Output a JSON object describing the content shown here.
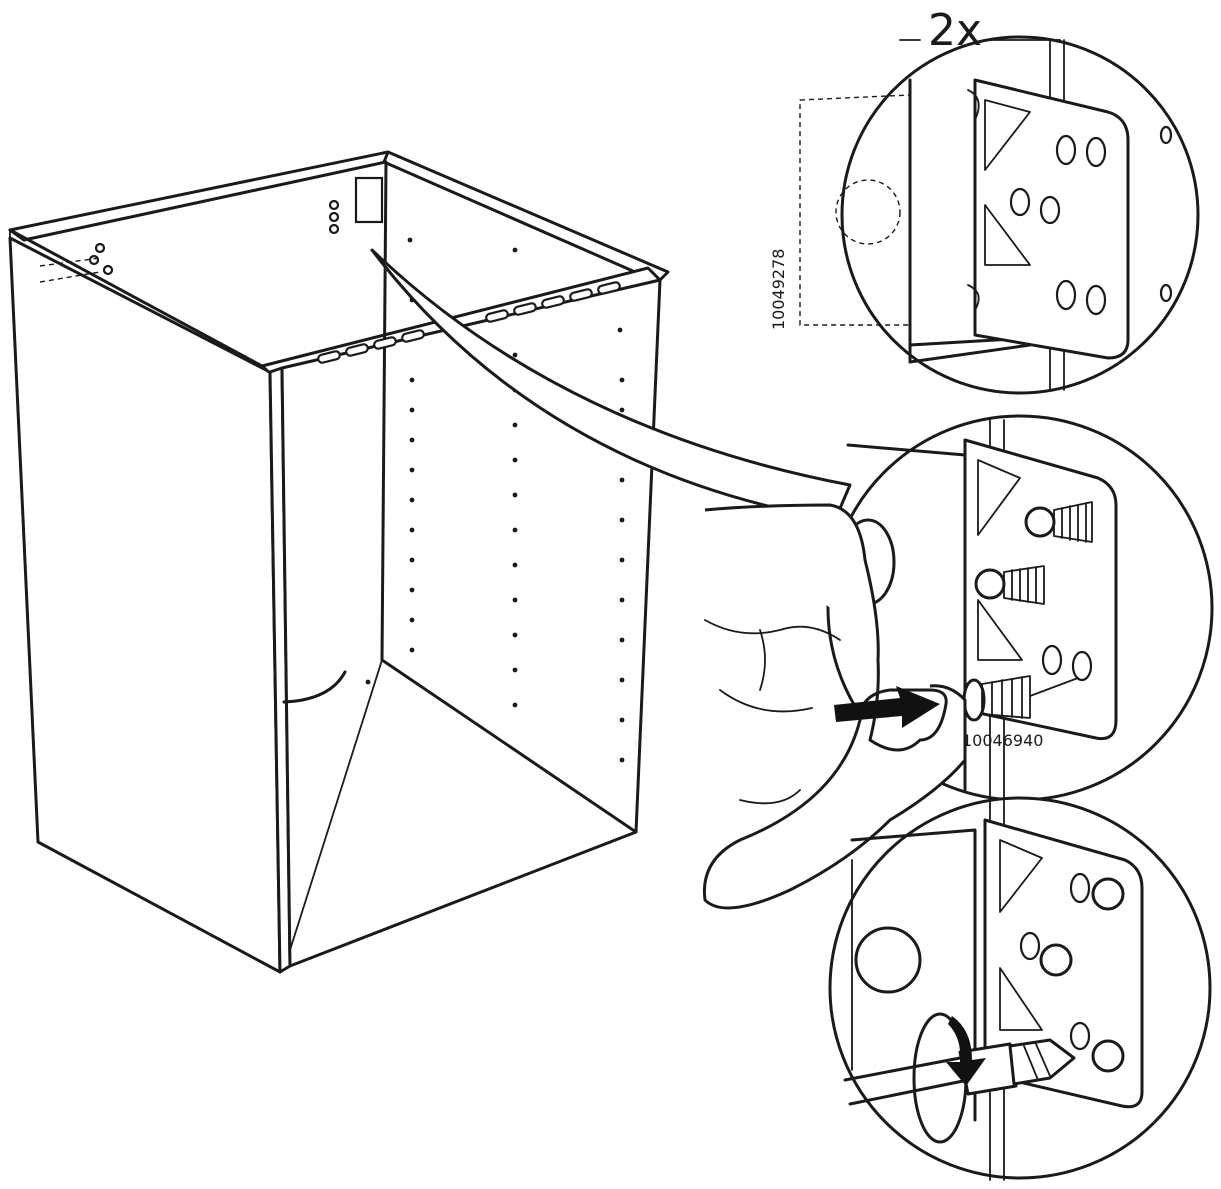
{
  "callout_quantity": "2x",
  "part_numbers": {
    "rail_part": "10049278",
    "screw_part": "10046940"
  },
  "colors": {
    "line": "#1a1a1a",
    "paper": "#ffffff"
  }
}
